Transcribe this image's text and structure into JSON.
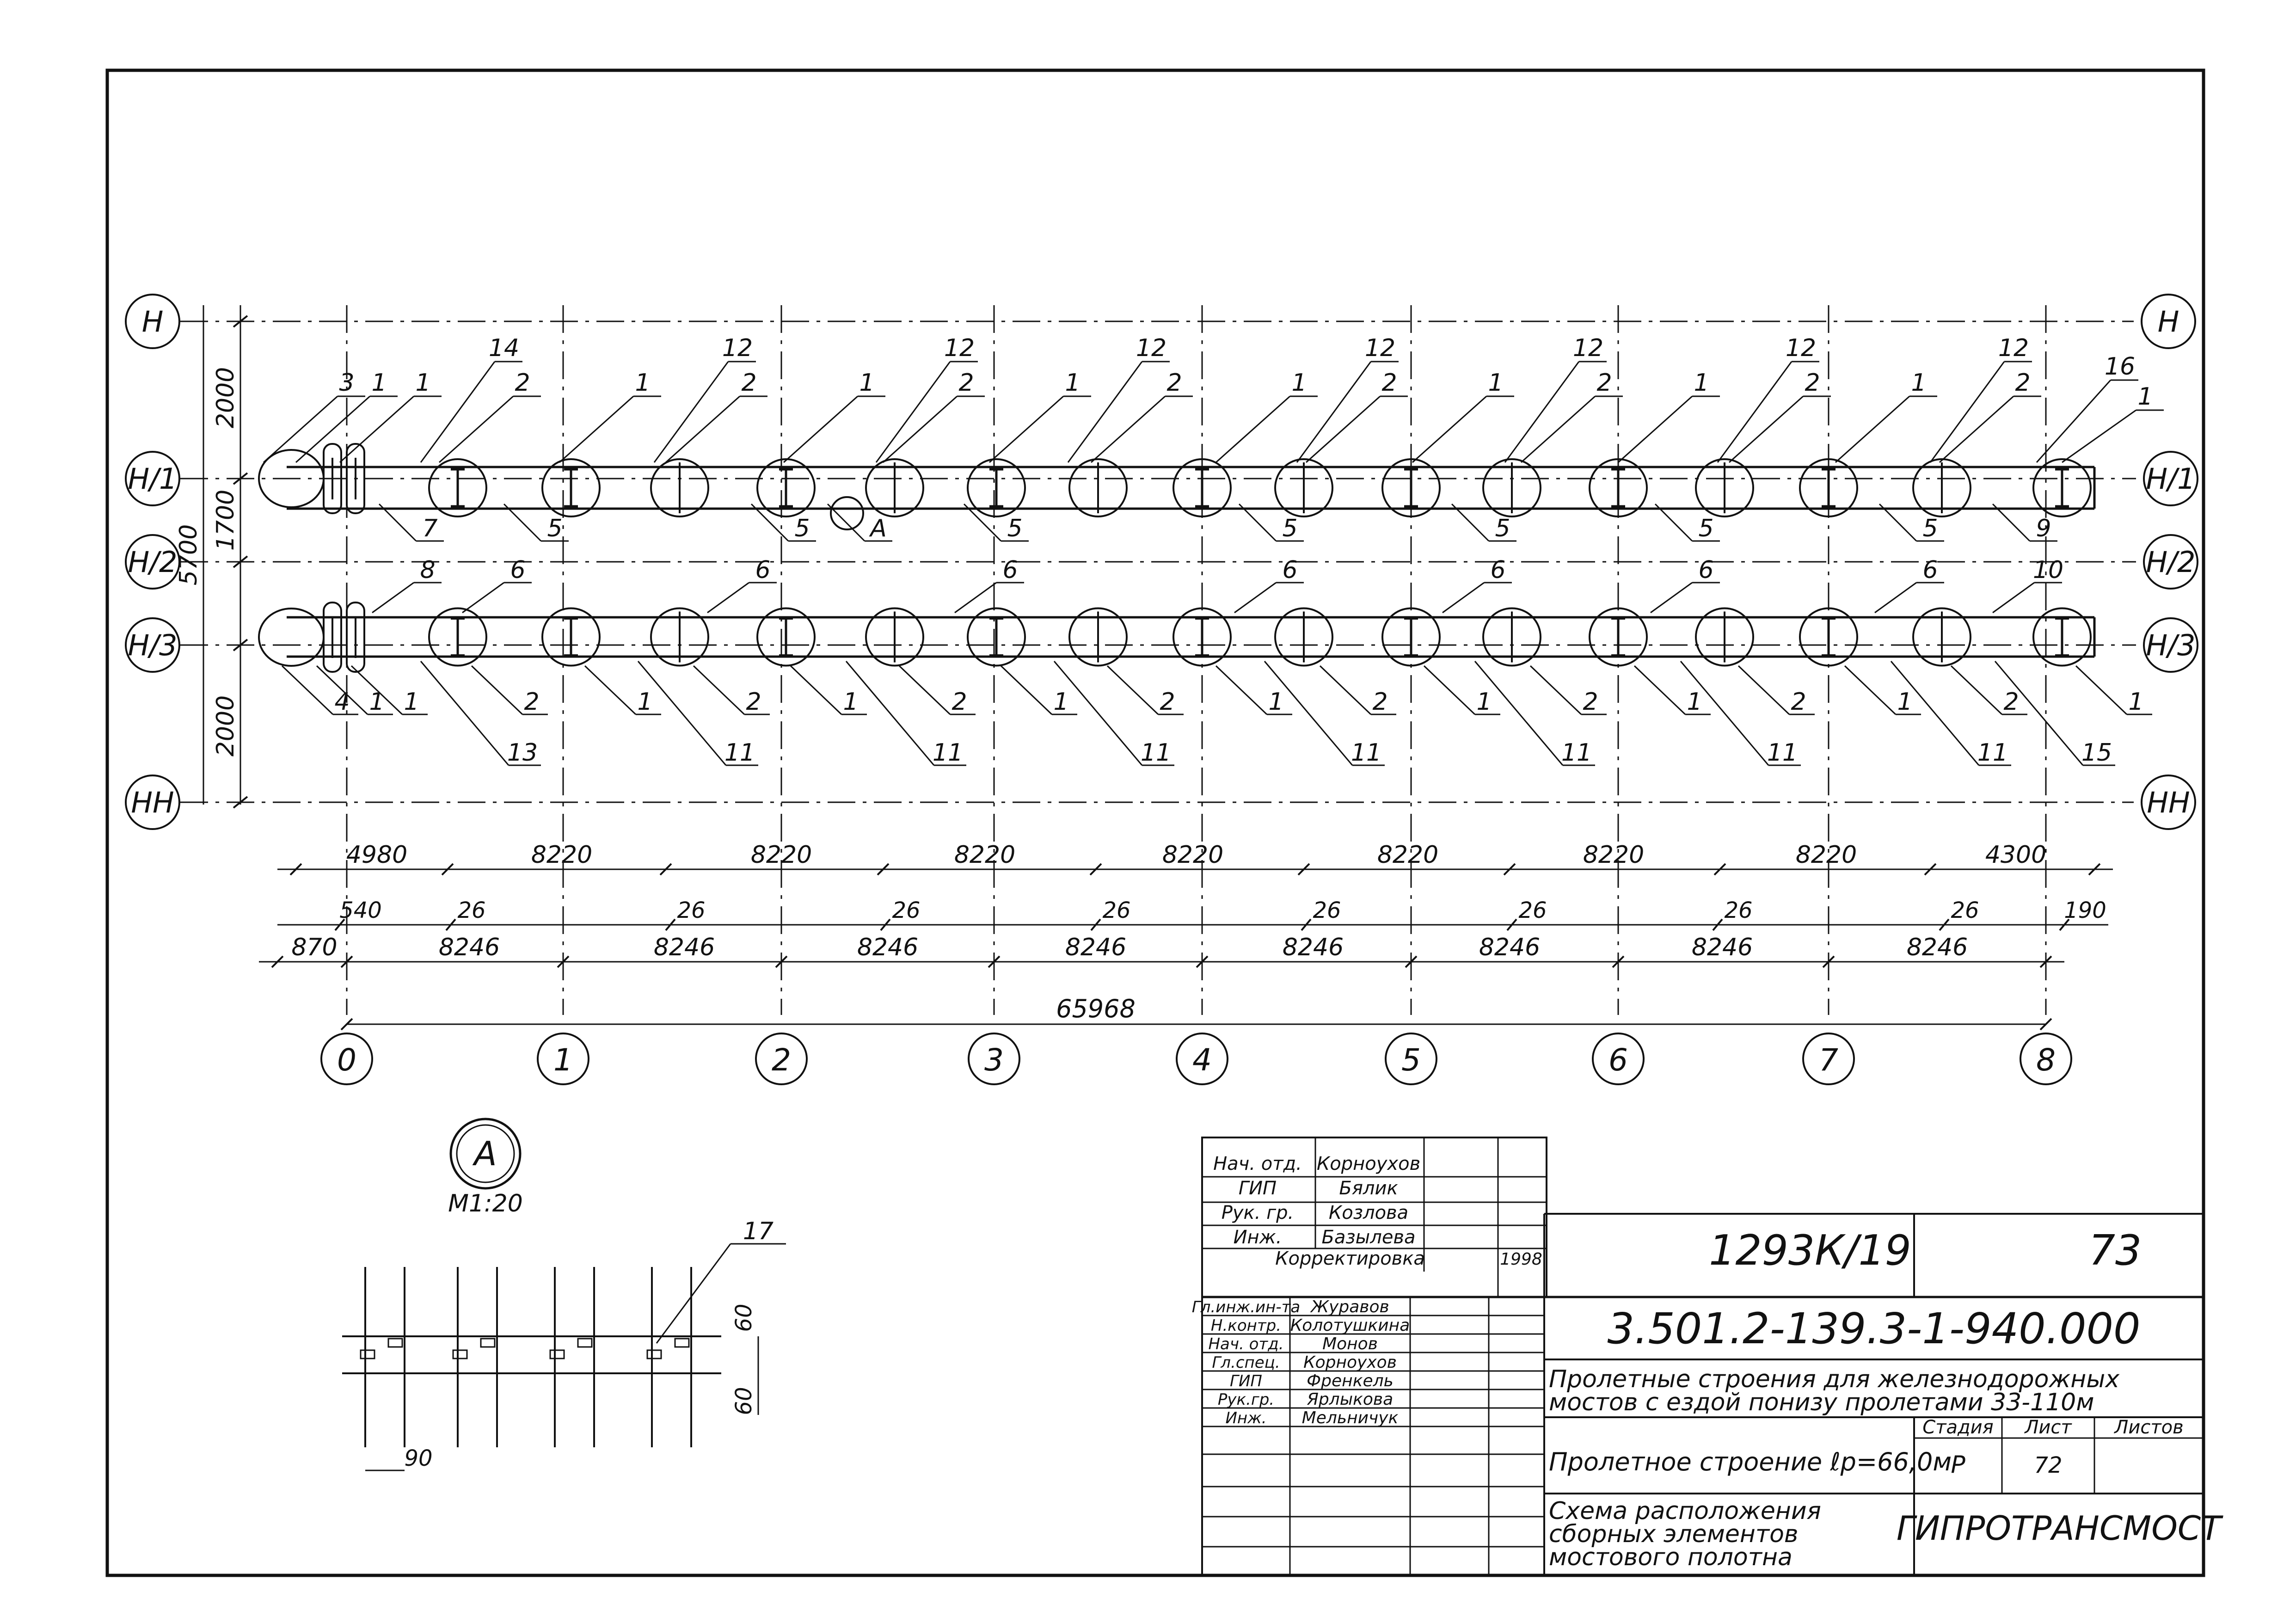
{
  "axes_rows": [
    "Н",
    "Н/1",
    "Н/2",
    "Н/3",
    "НН"
  ],
  "axes_cols": [
    "0",
    "1",
    "2",
    "3",
    "4",
    "5",
    "6",
    "7",
    "8"
  ],
  "vert_dims": [
    "2000",
    "1700",
    "2000",
    "5700"
  ],
  "dim_row1": [
    "4980",
    "8220",
    "8220",
    "8220",
    "8220",
    "8220",
    "8220",
    "8220",
    "4300"
  ],
  "dim_row2": [
    "540",
    "26",
    "26",
    "26",
    "26",
    "26",
    "26",
    "26",
    "26",
    "190"
  ],
  "dim_row3": [
    "870",
    "8246",
    "8246",
    "8246",
    "8246",
    "8246",
    "8246",
    "8246",
    "8246"
  ],
  "dim_total": "65968",
  "labels": {
    "top": [
      "3",
      "1",
      "1",
      "14",
      "2",
      "1",
      "12",
      "2",
      "1",
      "12",
      "2",
      "1",
      "12",
      "2",
      "1",
      "12",
      "2",
      "1",
      "12",
      "2",
      "1",
      "12",
      "2",
      "1",
      "12",
      "2",
      "16",
      "1"
    ],
    "upper_mid": [
      "7",
      "5",
      "5",
      "А",
      "5",
      "5",
      "5",
      "5",
      "5",
      "9"
    ],
    "lower_mid": [
      "8",
      "6",
      "6",
      "6",
      "6",
      "6",
      "6",
      "6",
      "10"
    ],
    "bottom_a": [
      "4",
      "1",
      "1",
      "2",
      "1",
      "2",
      "1",
      "2",
      "1",
      "2",
      "1",
      "2",
      "1",
      "2",
      "1",
      "2",
      "1",
      "2",
      "1"
    ],
    "bottom_b": [
      "13",
      "11",
      "11",
      "11",
      "11",
      "11",
      "11",
      "11",
      "15"
    ]
  },
  "detail": {
    "mark": "А",
    "scale": "М1:20",
    "label": "17",
    "dims": [
      "60",
      "60",
      "90"
    ]
  },
  "stamp": {
    "corr_rows": [
      {
        "role": "Нач. отд.",
        "name": "Корноухов"
      },
      {
        "role": "ГИП",
        "name": "Бялик"
      },
      {
        "role": "Рук. гр.",
        "name": "Козлова"
      },
      {
        "role": "Инж.",
        "name": "Базылева"
      }
    ],
    "correction": "Корректировка",
    "correction_year": "1998",
    "doc_number": "1293К/19",
    "page": "73",
    "code": "3.501.2-139.3-1-940.000",
    "rows": [
      {
        "role": "Гл.инж.ин-та",
        "name": "Журавов"
      },
      {
        "role": "Н.контр.",
        "name": "Колотушкина"
      },
      {
        "role": "Нач. отд.",
        "name": "Монов"
      },
      {
        "role": "Гл.спец.",
        "name": "Корноухов"
      },
      {
        "role": "ГИП",
        "name": "Френкель"
      },
      {
        "role": "Рук.гр.",
        "name": "Ярлыкова"
      },
      {
        "role": "Инж.",
        "name": "Мельничук"
      }
    ],
    "title_line1": "Пролетные строения для железнодорожных",
    "title_line2": "мостов с ездой понизу пролетами 33-110м",
    "subtitle": "Пролетное строение ℓр=66,0м",
    "stage_h": "Стадия",
    "sheet_h": "Лист",
    "sheets_h": "Листов",
    "stage": "Р",
    "sheet": "72",
    "sheets": "",
    "desc_line1": "Схема расположения",
    "desc_line2": "сборных элементов",
    "desc_line3": "мостового полотна",
    "org": "ГИПРОТРАНСМОСТ"
  }
}
